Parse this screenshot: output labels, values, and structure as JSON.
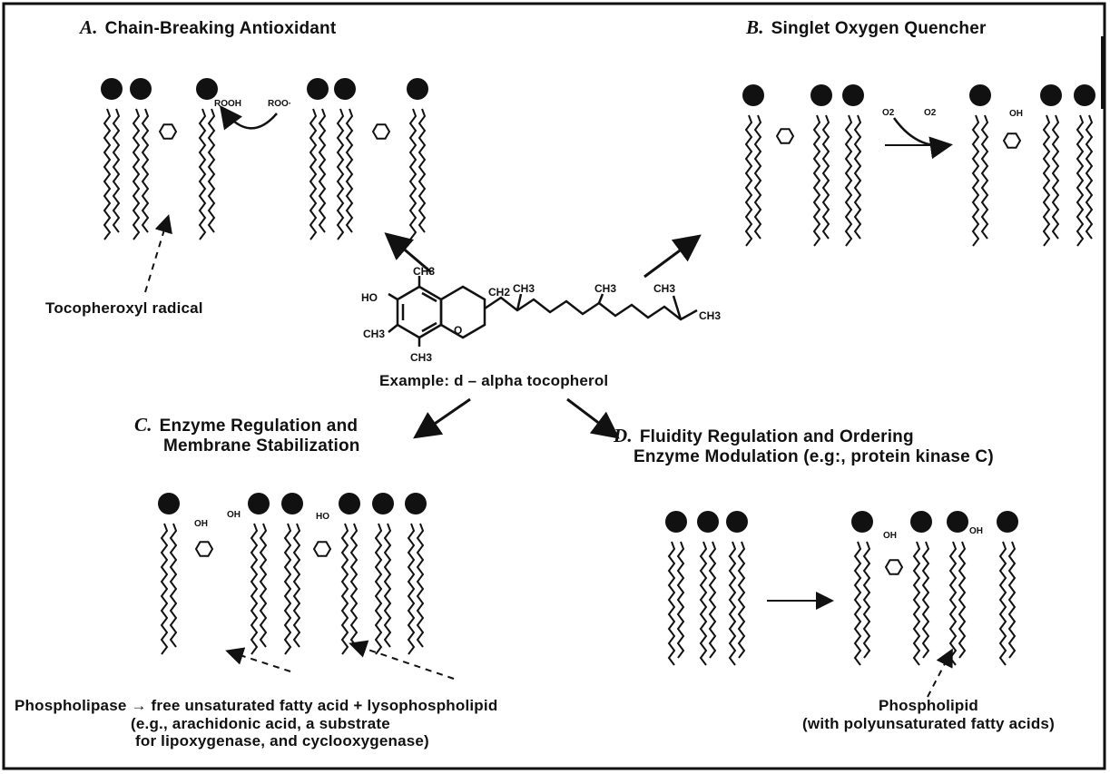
{
  "panels": {
    "a": {
      "letter": "A.",
      "title": "Chain-Breaking Antioxidant",
      "rooh": "ROOH",
      "roo": "ROO·",
      "annotation": "Tocopheroxyl radical"
    },
    "b": {
      "letter": "B.",
      "title": "Singlet Oxygen Quencher",
      "o_in": "O2",
      "o_out": "O2",
      "oh": "OH"
    },
    "c": {
      "letter": "C.",
      "title_line1": "Enzyme Regulation and",
      "title_line2": "Membrane Stabilization",
      "oh": "OH",
      "ho": "HO"
    },
    "d": {
      "letter": "D.",
      "title_line1": "Fluidity Regulation and Ordering",
      "title_line2": "Enzyme Modulation (e.g:, protein kinase C)",
      "oh": "OH",
      "annotation_line1": "Phospholipid",
      "annotation_line2": "(with polyunsaturated fatty acids)"
    }
  },
  "molecule": {
    "ho": "HO",
    "ch3": "CH3",
    "ch2": "CH2",
    "o": "O",
    "caption": "Example:  d – alpha tocopherol"
  },
  "footer": {
    "line1": "Phospholipase  →  free unsaturated fatty acid + lysophospholipid",
    "line2": "(e.g., arachidonic acid, a substrate",
    "line3": "for lipoxygenase, and cyclooxygenase)"
  }
}
